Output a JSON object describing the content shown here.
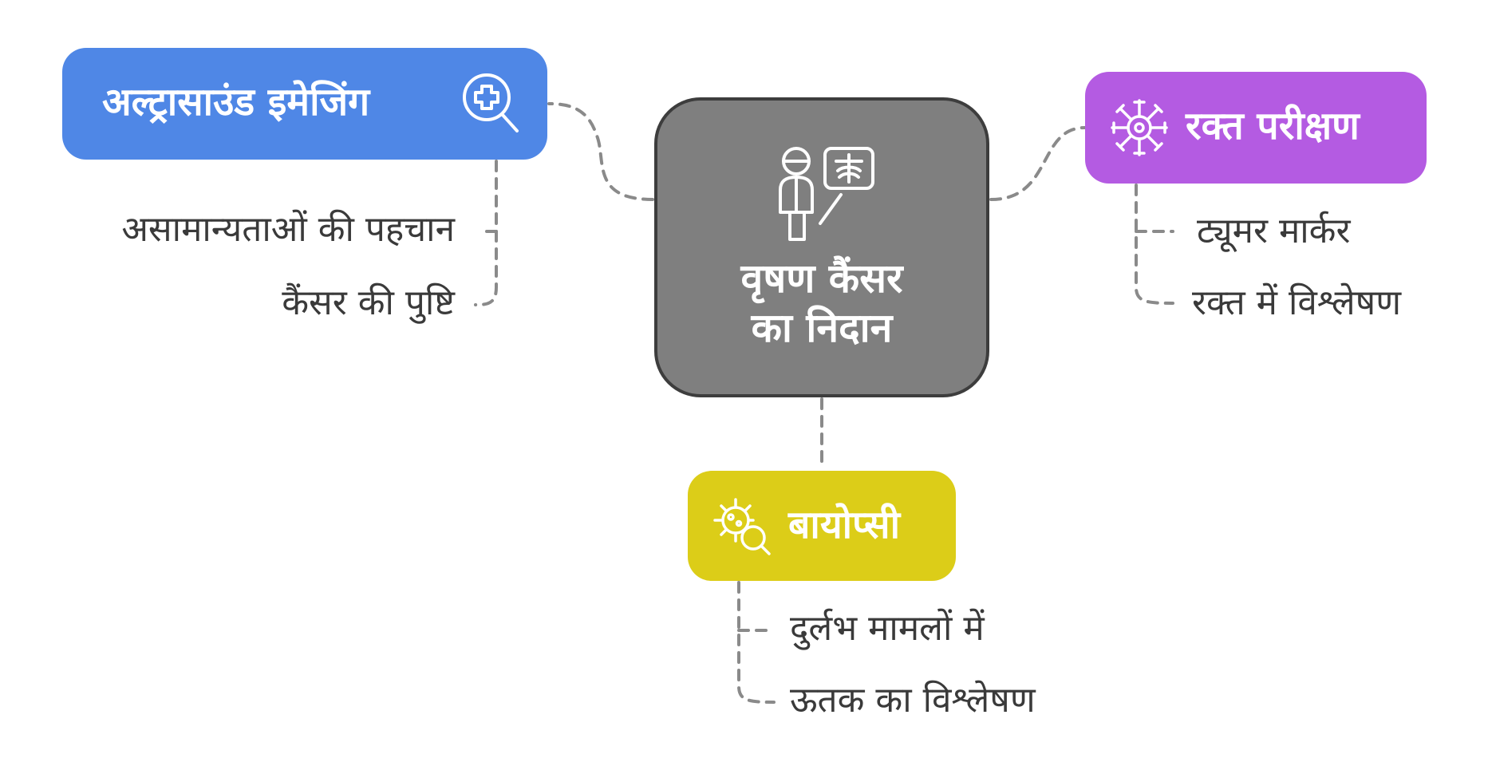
{
  "center": {
    "title_line1": "वृषण कैंसर",
    "title_line2": "का निदान",
    "icon": "doctor-presenting-xray-icon",
    "color": "#7f7f7f"
  },
  "branches": {
    "ultrasound": {
      "label": "अल्ट्रासाउंड इमेजिंग",
      "icon": "medical-search-icon",
      "color": "#4f87e6",
      "items": [
        "असामान्यताओं की पहचान",
        "कैंसर की पुष्टि"
      ]
    },
    "blood_test": {
      "label": "रक्त परीक्षण",
      "icon": "virus-cell-icon",
      "color": "#b45be2",
      "items": [
        "ट्यूमर मार्कर",
        "रक्त में विश्लेषण"
      ]
    },
    "biopsy": {
      "label": "बायोप्सी",
      "icon": "germ-magnifier-icon",
      "color": "#dccd18",
      "items": [
        "दुर्लभ मामलों में",
        "ऊतक का विश्लेषण"
      ]
    }
  },
  "connector_color": "#8a8a8a"
}
